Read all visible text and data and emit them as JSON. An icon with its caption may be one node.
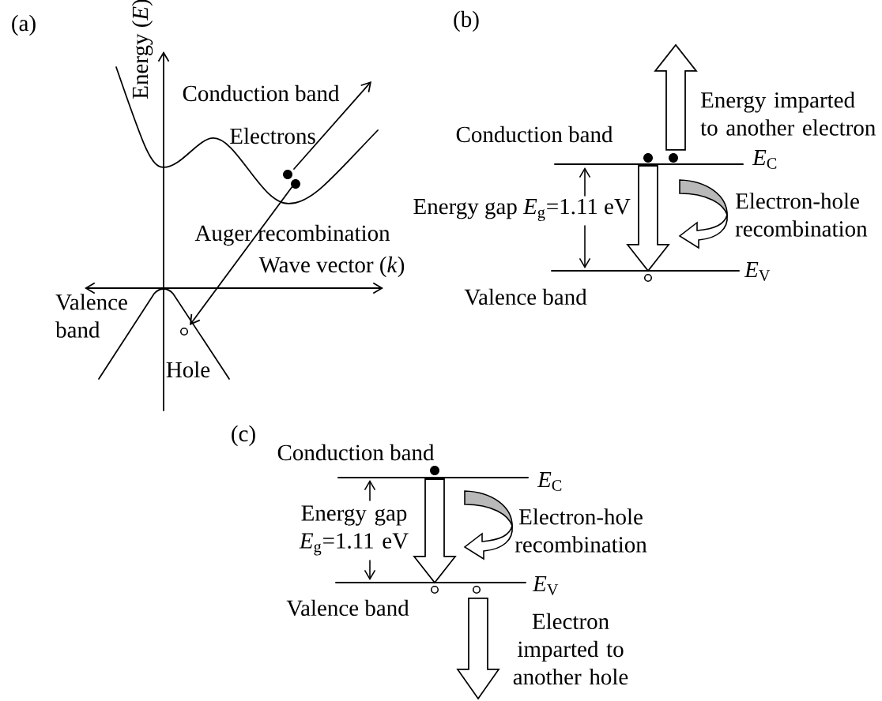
{
  "diagram": {
    "labels": [
      "(a)",
      "Energy (*E*)",
      "Conduction band",
      "Electrons",
      "Auger recombination",
      "Wave vector (*k*)",
      "Valence band",
      "Hole",
      "(b)",
      "Energy imparted to another electron",
      "Conduction band",
      "*E*$_{C}$",
      "Energy gap *E*$_{g}$=1.11 eV",
      "Electron-hole recombination",
      "*E*$_{V}$",
      "Valence band",
      "(c)",
      "Conduction band",
      "*E*$_{C}$",
      "Energy gap *E*$_{g}$=1.11 eV",
      "Electron-hole recombination",
      "*E*$_{V}$",
      "Valence band",
      "Electron imparted to another hole"
    ]
  }
}
